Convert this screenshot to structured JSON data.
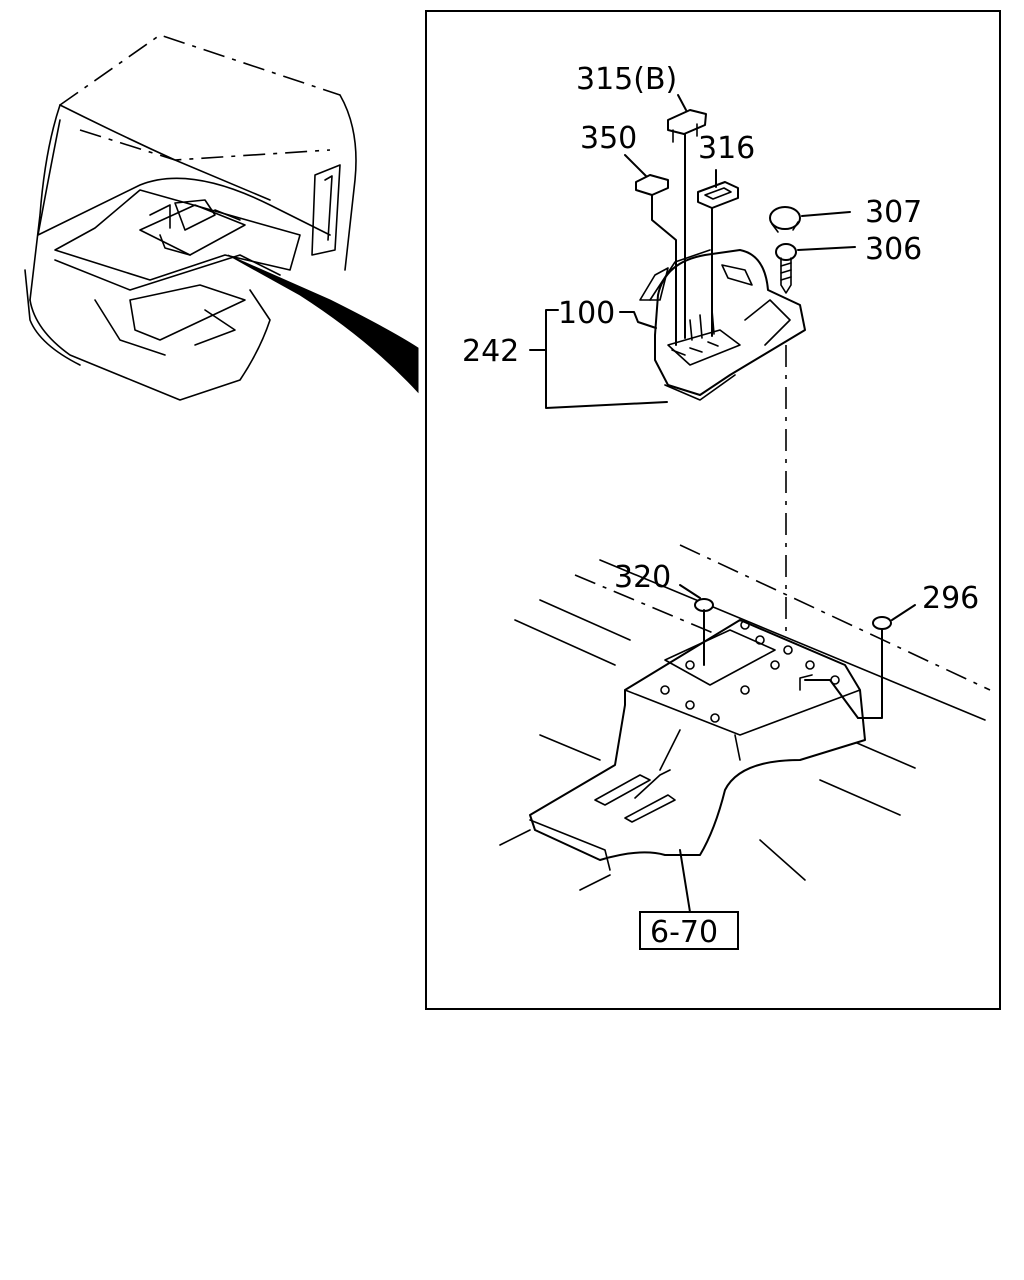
{
  "labels": {
    "p315b": "315(B)",
    "p350": "350",
    "p316": "316",
    "p307": "307",
    "p306": "306",
    "p100": "100",
    "p242": "242",
    "p320": "320",
    "p296": "296",
    "ref670": "6-70"
  }
}
